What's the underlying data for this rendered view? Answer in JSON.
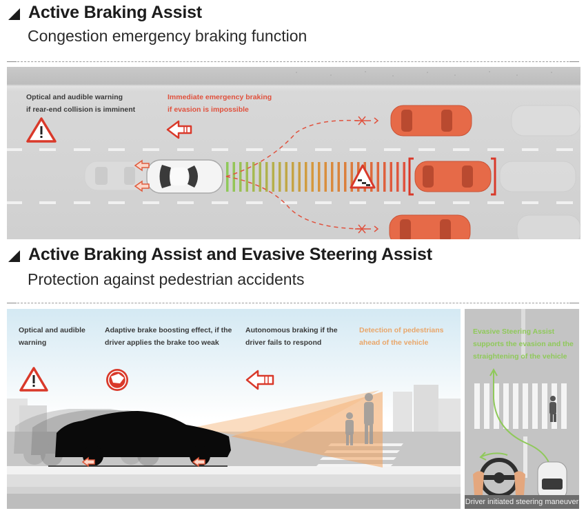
{
  "section1": {
    "title": "Active Braking Assist",
    "subtitle": "Congestion emergency braking function",
    "labels": {
      "warning": [
        "Optical and audible warning",
        "if rear-end collision is imminent"
      ],
      "braking": [
        "Immediate emergency braking",
        "if evasion is impossible"
      ]
    },
    "icons": [
      "warning-triangle-icon",
      "brake-arrow-icon",
      "traffic-jam-sign-icon",
      "blocked-path-x-icon"
    ]
  },
  "section2": {
    "title": "Active Braking Assist and Evasive Steering Assist",
    "subtitle": "Protection against pedestrian accidents",
    "labels": {
      "warning": [
        "Optical and audible",
        "warning"
      ],
      "boost": [
        "Adaptive brake boosting effect, if the",
        "driver applies the brake too weak"
      ],
      "autonomous": [
        "Autonomous braking if the",
        "driver fails to respond"
      ],
      "detection": [
        "Detection of pedestrians",
        "ahead of the vehicle"
      ],
      "evasive": [
        "Evasive Steering Assist",
        "supports the evasion and the",
        "straightening of the vehicle"
      ]
    },
    "caption": "Driver initiated steering maneuver",
    "icons": [
      "warning-triangle-icon",
      "brake-pedal-icon",
      "brake-arrow-icon",
      "steering-wheel-icon",
      "pedestrian-icon"
    ]
  },
  "colors": {
    "warning_red": "#e0513d",
    "detection_orange": "#e9a66a",
    "steering_green": "#8fc95a",
    "target_car": "#e66a48"
  }
}
